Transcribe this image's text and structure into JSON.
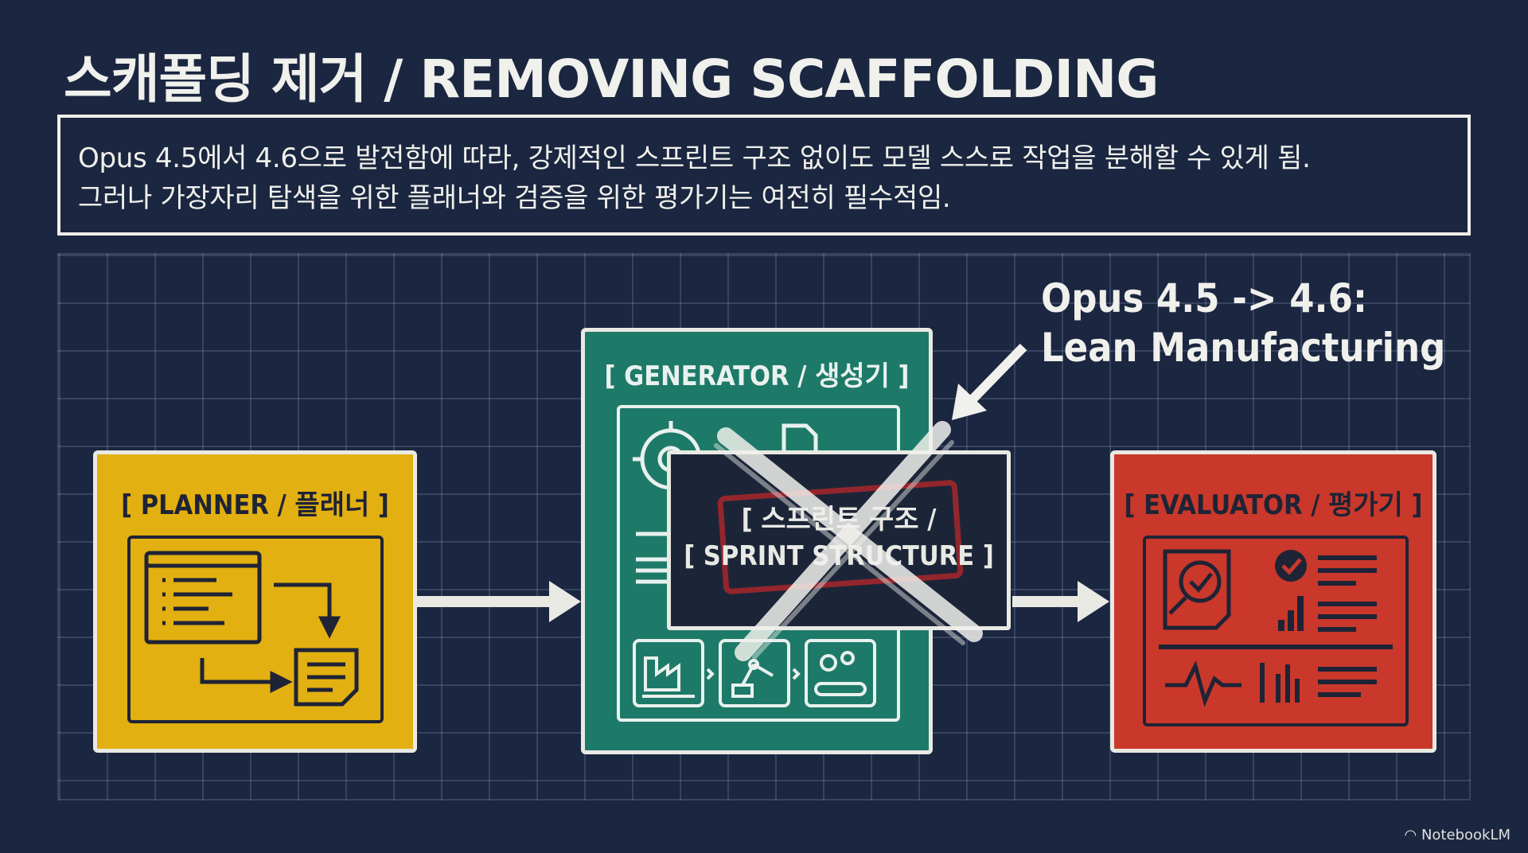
{
  "title": "스캐폴딩 제거 / REMOVING SCAFFOLDING",
  "summary": {
    "line1": "Opus 4.5에서 4.6으로 발전함에 따라, 강제적인 스프린트 구조 없이도 모델 스스로 작업을 분해할 수 있게 됨.",
    "line2": "그러나 가장자리 탐색을 위한 플래너와 검증을 위한 평가기는 여전히 필수적임."
  },
  "planner": {
    "label": "[ PLANNER / 플래너 ]",
    "color": "#e2b010"
  },
  "generator": {
    "label": "[ GENERATOR / 생성기 ]",
    "color": "#1e7a68"
  },
  "evaluator": {
    "label": "[ EVALUATOR / 평가기 ]",
    "color": "#c9382a"
  },
  "sprint": {
    "line1": "[ 스프린트 구조 /",
    "line2": "[ SPRINT STRUCTURE ]"
  },
  "callout": {
    "line1": "Opus 4.5 -> 4.6:",
    "line2": "Lean Manufacturing"
  },
  "watermark": "NotebookLM",
  "icons": [
    "gear-icon",
    "document-icon",
    "factory-icon",
    "robot-arm-icon",
    "conveyor-icon",
    "magnifier-check-icon",
    "checkmark-icon",
    "bar-chart-icon",
    "pulse-icon",
    "checklist-icon"
  ]
}
